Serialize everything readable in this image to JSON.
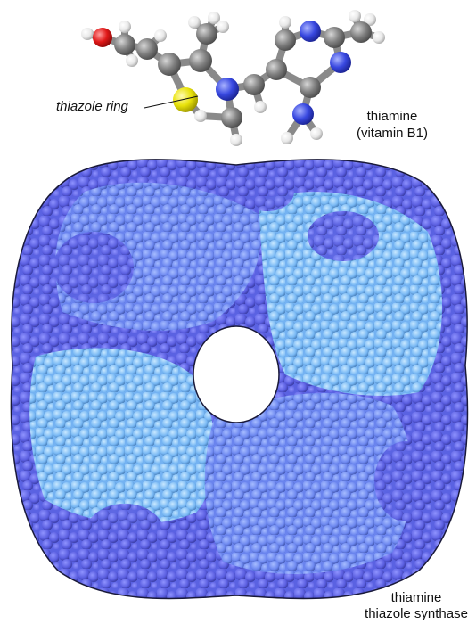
{
  "molecule": {
    "ring_label": "thiazole ring",
    "name_line1": "thiamine",
    "name_line2": "(vitamin B1)"
  },
  "enzyme": {
    "name_line1": "thiamine",
    "name_line2": "thiazole synthase"
  },
  "colors": {
    "background": "#ffffff",
    "carbon": "#7d7d7d",
    "oxygen": "#e01818",
    "sulfur": "#e8e20a",
    "nitrogen": "#3a4de0",
    "hydrogen": "#f2f2f2",
    "protein_dark": "#5a5ee0",
    "protein_mid": "#6d88f0",
    "protein_light": "#78b8f4"
  },
  "icons": {
    "molecule": "ball-and-stick-molecule",
    "protein": "space-filling-protein-ring"
  }
}
